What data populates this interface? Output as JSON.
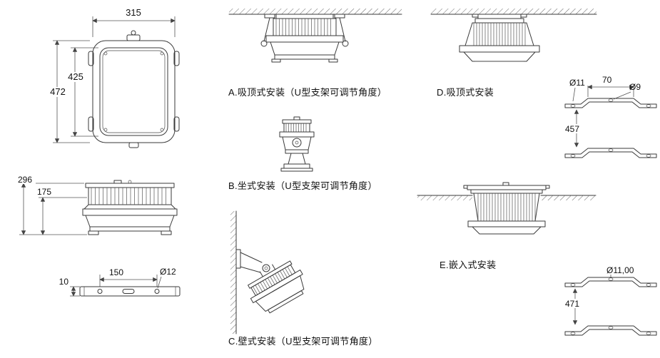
{
  "drawing": {
    "front_view": {
      "width": "315",
      "inner_height": "425",
      "height": "472"
    },
    "side_view": {
      "height": "296",
      "body_height": "175"
    },
    "base_plate": {
      "hole_spacing": "150",
      "hole_diameter": "Ø12",
      "thickness": "10"
    },
    "mounts": {
      "a": "A.吸顶式安装（U型支架可调节角度）",
      "b": "B.坐式安装（U型支架可调节角度）",
      "c": "C.壁式安装（U型支架可调节角度）",
      "d": "D.吸顶式安装",
      "e": "E.嵌入式安装"
    },
    "bracket_upper": {
      "hole_a": "Ø11",
      "width": "70",
      "hole_b": "Ø9",
      "length": "457"
    },
    "bracket_lower": {
      "hole": "Ø11,00",
      "length": "471"
    }
  }
}
